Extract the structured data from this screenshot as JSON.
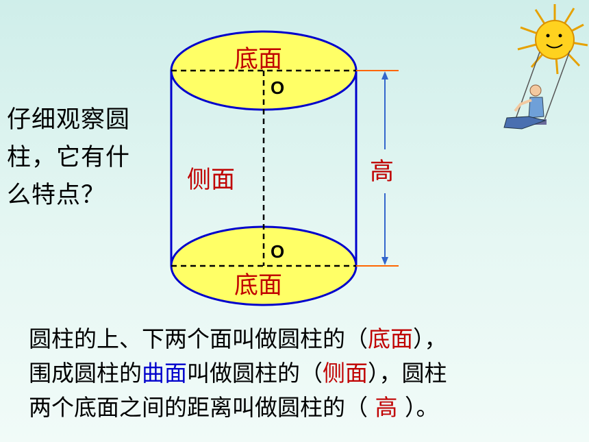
{
  "question": {
    "line1": "仔细观察圆",
    "line2": "柱，它有什",
    "line3": "么特点？"
  },
  "diagram": {
    "top_label": "底面",
    "bottom_label": "底面",
    "side_label": "侧面",
    "height_label": "高",
    "center_top": "O",
    "center_bottom": "O"
  },
  "description": {
    "s1_a": "圆柱的上、下两个面叫做圆柱的（",
    "s1_b": "底面",
    "s1_c": "），",
    "s2_a": "围成圆柱的",
    "s2_b": "曲面",
    "s2_c": "叫做圆柱的（",
    "s2_d": "侧面",
    "s2_e": "），圆柱",
    "s3_a": "两个底面之间的距离叫做圆柱的（ ",
    "s3_b": "高",
    "s3_c": " ）。"
  },
  "colors": {
    "ellipse_fill": "#ffff66",
    "outline": "#0000cc",
    "answer": "#c00000",
    "term": "#0000cc",
    "height_tick": "#ff6600"
  }
}
